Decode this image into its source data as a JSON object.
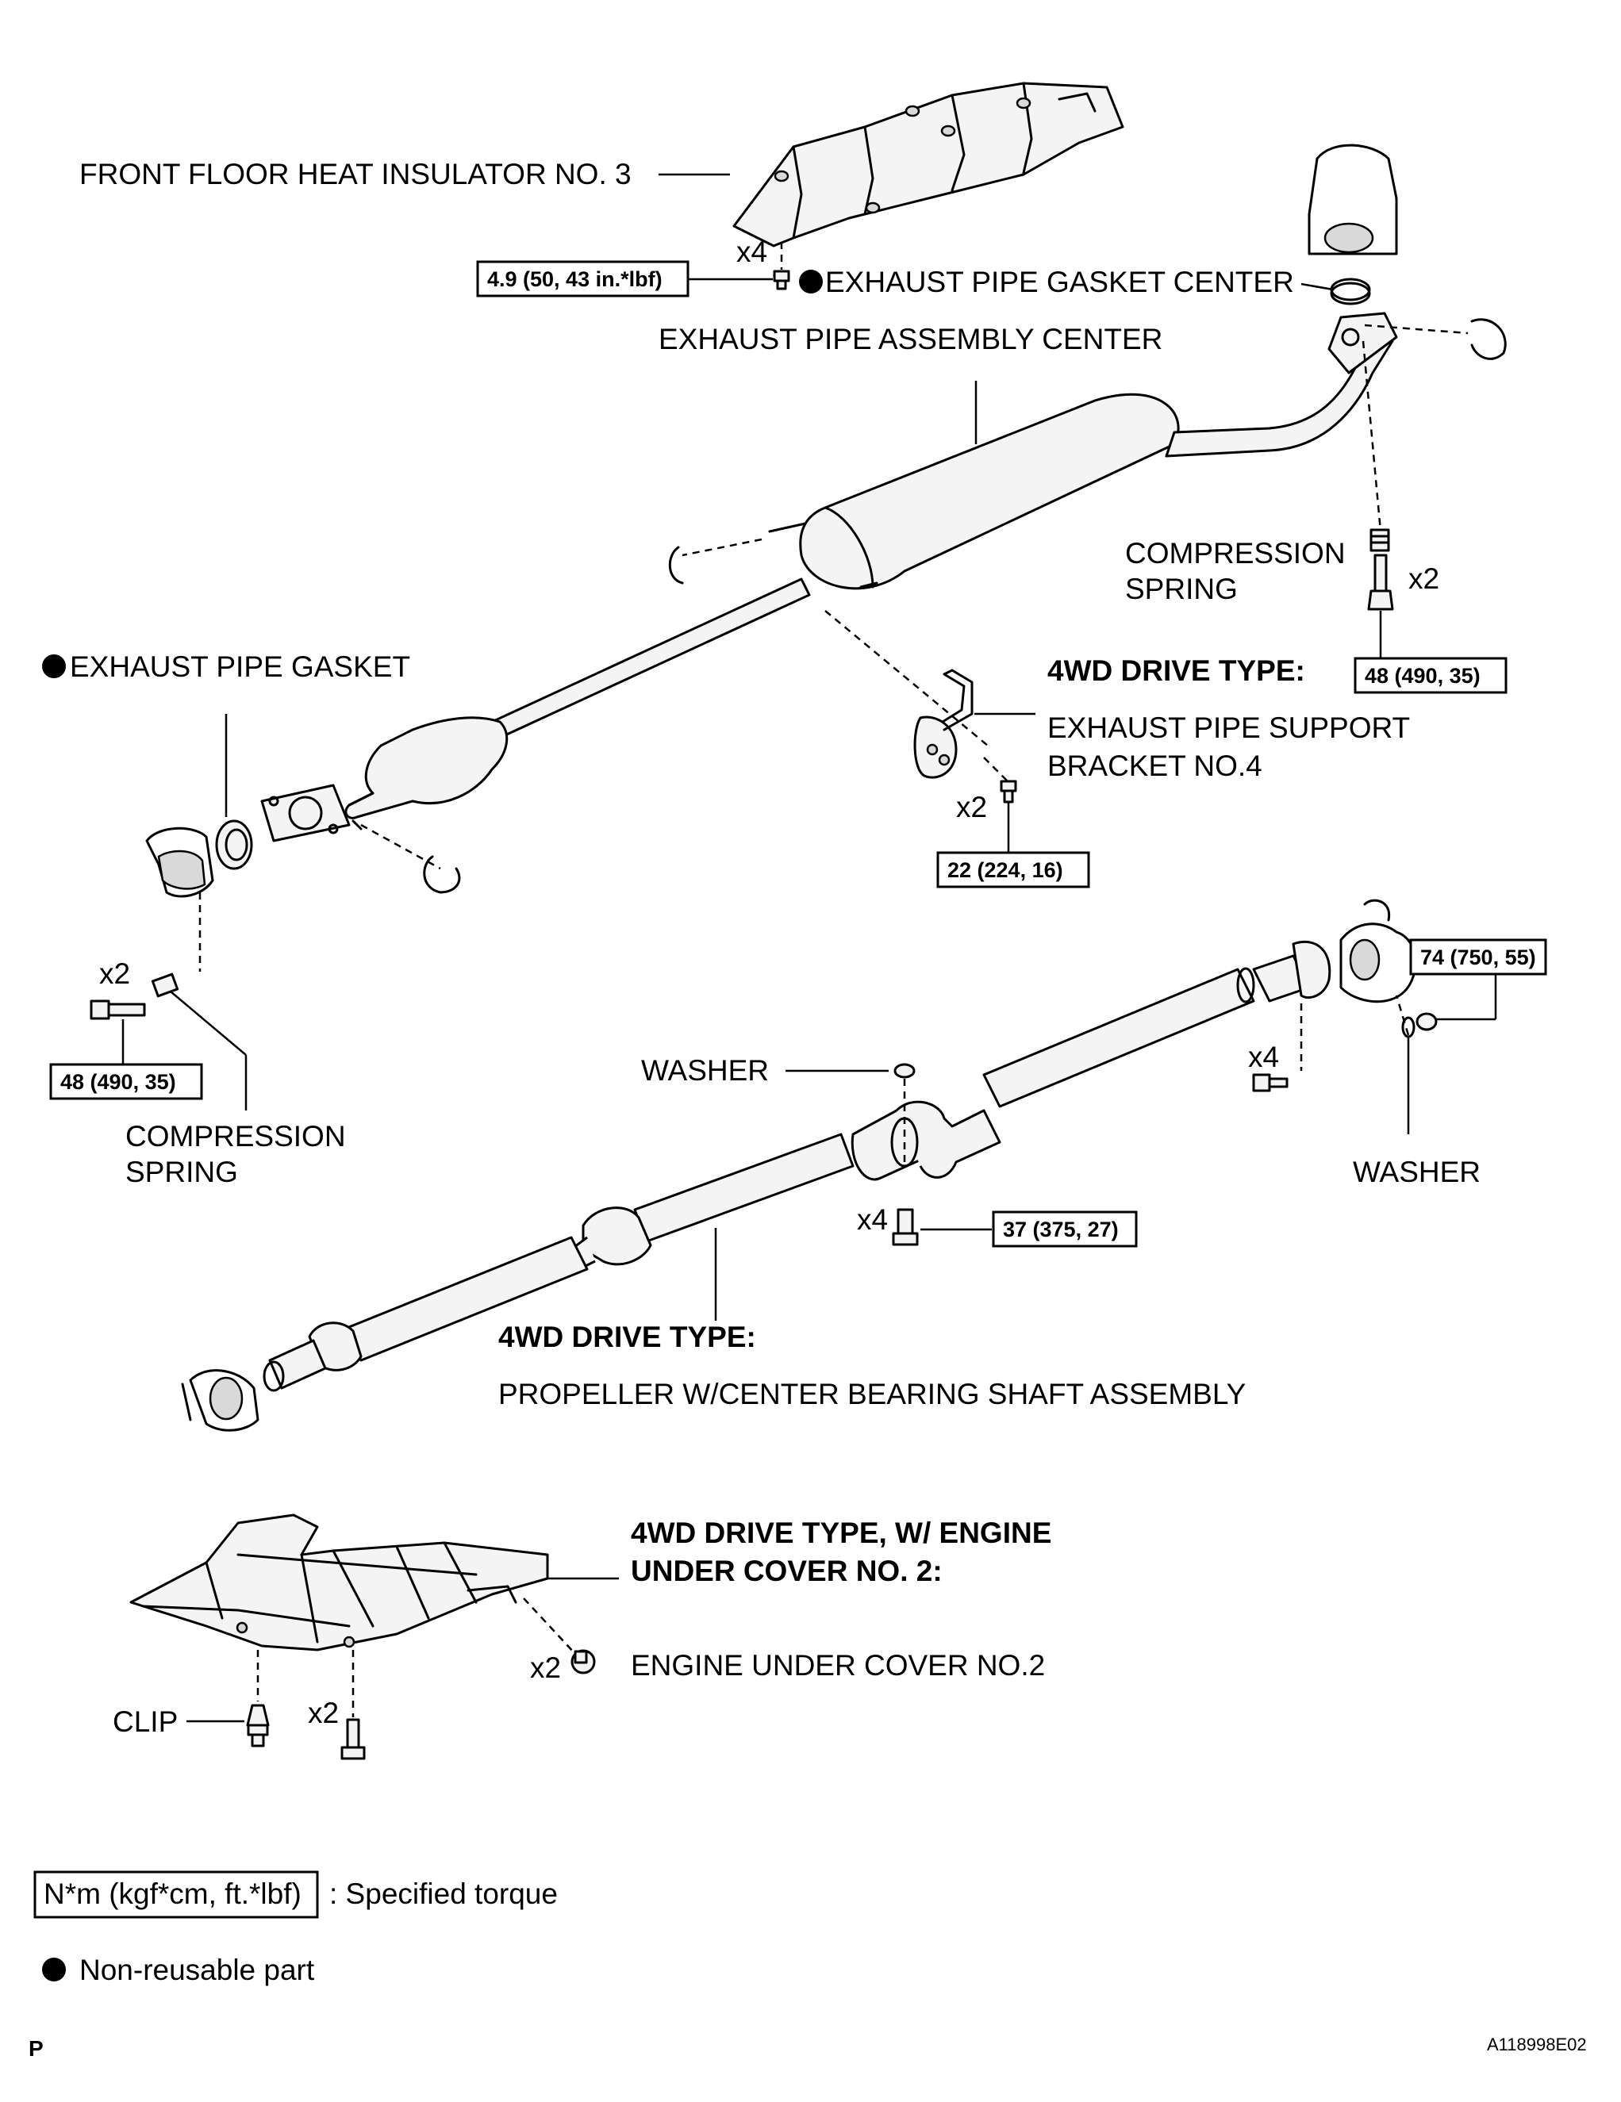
{
  "labels": {
    "front_floor_insulator": "FRONT FLOOR HEAT INSULATOR NO. 3",
    "exhaust_pipe_gasket_center": "EXHAUST PIPE GASKET CENTER",
    "exhaust_pipe_assembly_center": "EXHAUST PIPE ASSEMBLY CENTER",
    "compression_spring_right_1": "COMPRESSION",
    "compression_spring_right_2": "SPRING",
    "exhaust_pipe_gasket": "EXHAUST PIPE GASKET",
    "fwd_type_1": "4WD DRIVE TYPE:",
    "support_bracket_1": "EXHAUST PIPE SUPPORT",
    "support_bracket_2": "BRACKET NO.4",
    "compression_spring_left_1": "COMPRESSION",
    "compression_spring_left_2": "SPRING",
    "washer_mid": "WASHER",
    "washer_right": "WASHER",
    "fwd_type_2": "4WD DRIVE TYPE:",
    "propeller_shaft": "PROPELLER W/CENTER BEARING SHAFT ASSEMBLY",
    "fwd_type_3_line1": "4WD DRIVE TYPE, W/ ENGINE",
    "fwd_type_3_line2": "UNDER COVER NO. 2:",
    "engine_under_cover": "ENGINE UNDER COVER NO.2",
    "clip": "CLIP"
  },
  "torques": {
    "insulator_bolt": "4.9 (50, 43 in.*lbf)",
    "spring_bolt_right": "48 (490, 35)",
    "bracket_bolt": "22 (224, 16)",
    "spring_bolt_left": "48 (490, 35)",
    "flange_bolt": "74 (750, 55)",
    "bearing_bolt": "37 (375, 27)"
  },
  "quantities": {
    "insulator": "x4",
    "spring_right": "x2",
    "bracket": "x2",
    "spring_left": "x2",
    "flange": "x4",
    "bearing": "x4",
    "cover": "x2",
    "clip_bolt": "x2"
  },
  "legend": {
    "torque_box": "N*m (kgf*cm, ft.*lbf)",
    "torque_desc": ": Specified torque",
    "nonreusable": "Non-reusable part"
  },
  "footer": {
    "page_letter": "P",
    "figure_id": "A118998E02"
  },
  "icons": [
    "non-reusable-dot-icon"
  ],
  "colors": {
    "ink": "#000000",
    "paper": "#ffffff"
  }
}
